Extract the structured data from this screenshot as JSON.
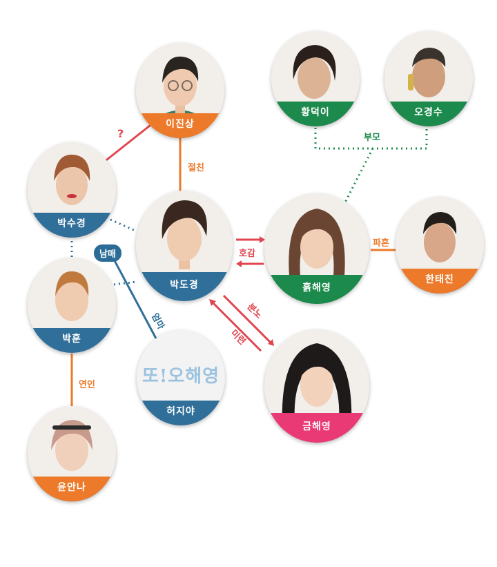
{
  "characters": {
    "ijinsang": {
      "name": "이진상",
      "band": "#ec7a2a"
    },
    "hwangdeok": {
      "name": "황덕이",
      "band": "#1c8a4c"
    },
    "ogyeongsu": {
      "name": "오경수",
      "band": "#1c8a4c"
    },
    "parksugyeong": {
      "name": "박수경",
      "band": "#2f6f99"
    },
    "parkdogyeong": {
      "name": "박도경",
      "band": "#2f6f99"
    },
    "heukhaeyeong": {
      "name": "흙해영",
      "band": "#1c8a4c"
    },
    "hantaejin": {
      "name": "한태진",
      "band": "#ec7a2a"
    },
    "parkhun": {
      "name": "박훈",
      "band": "#2f6f99"
    },
    "heojiya": {
      "name": "허지야",
      "band": "#2f6f99",
      "logo": "또!오해영"
    },
    "geumhaeyeong": {
      "name": "금해영",
      "band": "#e93a76"
    },
    "yunanna": {
      "name": "윤안나",
      "band": "#ec7a2a"
    }
  },
  "relations": {
    "question": "?",
    "jeolchin": "절친",
    "bumo": "부모",
    "hogam": "호감",
    "pahon": "파혼",
    "nammae": "남매",
    "eomma": "엄마",
    "bunno": "분노",
    "miryeon": "미련",
    "yeonin": "연인"
  },
  "colors": {
    "orange": "#ec7a2a",
    "green": "#1c8a4c",
    "blue": "#2f6f99",
    "red": "#e0454f",
    "pink": "#e93a76"
  }
}
